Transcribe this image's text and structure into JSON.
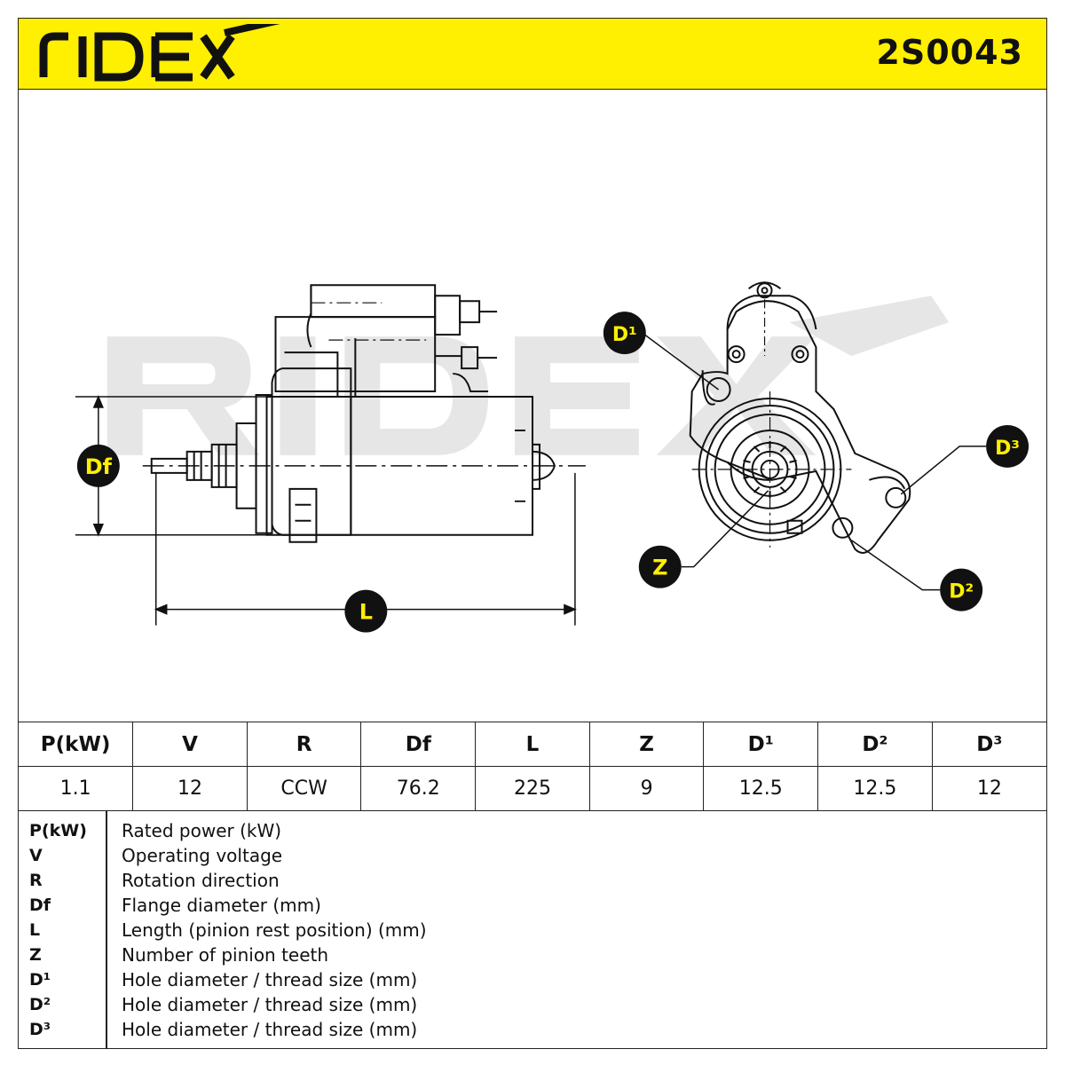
{
  "brand": {
    "name": "RIDEX",
    "accent_color": "#ffef00"
  },
  "part_number": "2S0043",
  "diagram": {
    "callouts": {
      "df": "Df",
      "l": "L",
      "z": "Z",
      "d1": "D¹",
      "d2": "D²",
      "d3": "D³"
    },
    "watermark": "RIDEX"
  },
  "specs": {
    "headers": [
      "P(kW)",
      "V",
      "R",
      "Df",
      "L",
      "Z",
      "D¹",
      "D²",
      "D³"
    ],
    "values": [
      "1.1",
      "12",
      "CCW",
      "76.2",
      "225",
      "9",
      "12.5",
      "12.5",
      "12"
    ]
  },
  "legend": [
    {
      "key": "P(kW)",
      "desc": "Rated power (kW)"
    },
    {
      "key": "V",
      "desc": "Operating voltage"
    },
    {
      "key": "R",
      "desc": "Rotation direction"
    },
    {
      "key": "Df",
      "desc": "Flange diameter (mm)"
    },
    {
      "key": "L",
      "desc": "Length (pinion rest position) (mm)"
    },
    {
      "key": "Z",
      "desc": "Number of pinion teeth"
    },
    {
      "key": "D¹",
      "desc": "Hole diameter / thread size (mm)"
    },
    {
      "key": "D²",
      "desc": "Hole diameter / thread size (mm)"
    },
    {
      "key": "D³",
      "desc": "Hole diameter / thread size (mm)"
    }
  ]
}
